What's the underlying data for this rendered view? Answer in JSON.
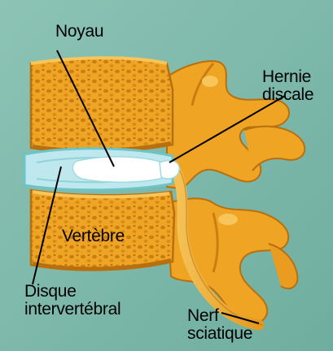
{
  "labels": {
    "nucleus": "Noyau",
    "herniation": [
      "Hernie",
      "discale"
    ],
    "vertebra": "Vertèbre",
    "disc": [
      "Disque",
      "intervertébral"
    ],
    "nerve": [
      "Nerf",
      "sciatique"
    ]
  },
  "colors": {
    "background": "#7fb9ad",
    "bone": "#efa424",
    "bone_shadow": "#c97e12",
    "bone_highlight": "#f7c55a",
    "disc": "#bfe8ee",
    "disc_outer": "#6cc4c7",
    "nucleus": "#ffffff",
    "leader_lines": "#000000",
    "text": "#000000"
  }
}
